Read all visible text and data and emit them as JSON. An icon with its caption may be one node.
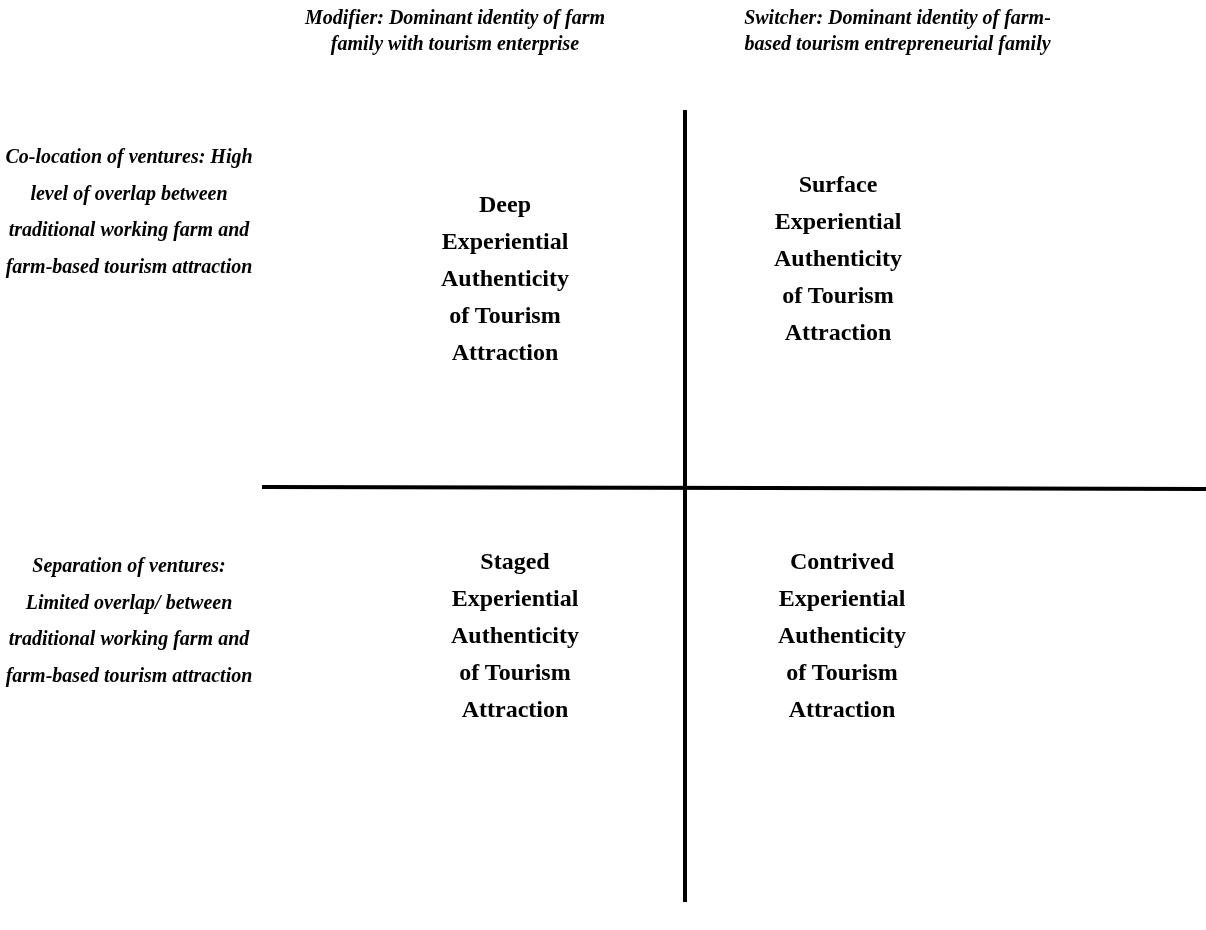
{
  "diagram": {
    "labels": [
      "Modifier: Dominant identity of farm family with tourism enterprise",
      "Switcher: Dominant identity of farm-based tourism entrepreneurial family",
      "Co-location of ventures: High level of overlap between traditional working farm and farm-based tourism attraction",
      "Deep Experiential Authenticity of Tourism Attraction",
      "Surface Experiential Authenticity of Tourism Attraction",
      "Separation of ventures: Limited overlap/ between traditional working farm and farm-based tourism attraction",
      "Staged Experiential Authenticity of Tourism Attraction",
      "Contrived Experiential Authenticity of Tourism Attraction"
    ]
  }
}
